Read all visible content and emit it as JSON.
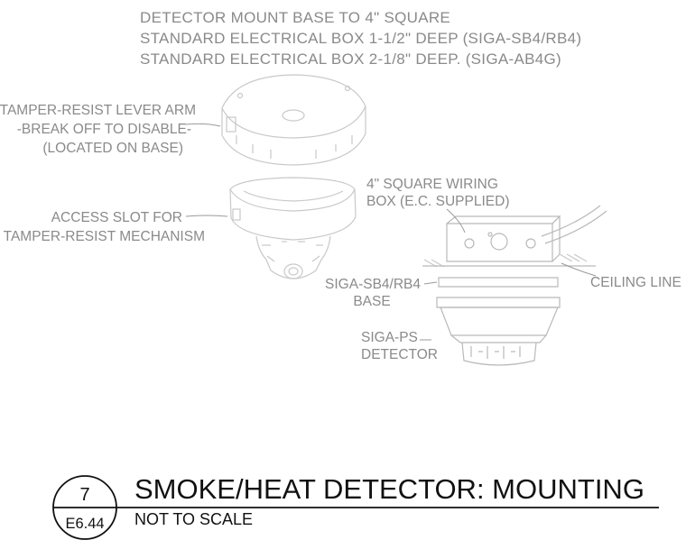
{
  "notes": {
    "header": [
      "DETECTOR MOUNT BASE TO 4\" SQUARE",
      "STANDARD ELECTRICAL BOX 1-1/2\" DEEP (SIGA-SB4/RB4)",
      "STANDARD ELECTRICAL BOX 2-1/8\" DEEP. (SIGA-AB4G)"
    ],
    "tamper_lever": [
      "TAMPER-RESIST LEVER ARM",
      "-BREAK OFF TO DISABLE-",
      "(LOCATED ON BASE)"
    ],
    "access_slot": [
      "ACCESS SLOT FOR",
      "TAMPER-RESIST MECHANISM"
    ],
    "wiring_box": [
      "4\" SQUARE WIRING",
      "BOX (E.C. SUPPLIED)"
    ],
    "ceiling_line": "CEILING LINE",
    "base": [
      "SIGA-SB4/RB4",
      "BASE"
    ],
    "detector": [
      "SIGA-PS",
      "DETECTOR"
    ]
  },
  "title_block": {
    "detail_number": "7",
    "sheet_number": "E6.44",
    "title": "SMOKE/HEAT DETECTOR: MOUNTING",
    "subtitle": "NOT TO SCALE"
  }
}
